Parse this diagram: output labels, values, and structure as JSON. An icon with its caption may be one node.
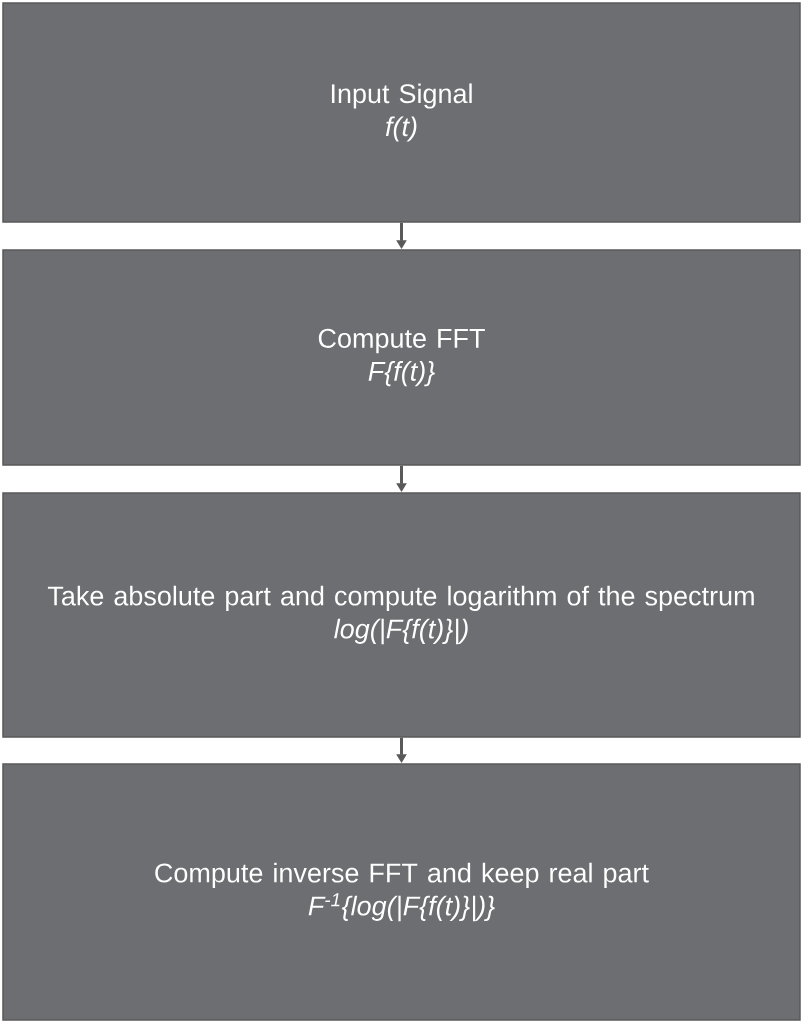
{
  "diagram": {
    "nodes": [
      {
        "text": [
          "Input Signal",
          "f(t)"
        ]
      },
      {
        "text": [
          "Compute FFT",
          "F{f(t)}"
        ]
      },
      {
        "text": [
          "Take absolute part and compute logarithm of the spectrum",
          "log(|F{f(t)}|)"
        ]
      },
      {
        "text": [
          "Compute inverse FFT and keep real part",
          "F$^{-1}${log(|F{f(t)}|)}"
        ]
      }
    ],
    "edges": [
      {
        "from": 0,
        "to": 1,
        "arrow": "to"
      },
      {
        "from": 1,
        "to": 2,
        "arrow": "to"
      },
      {
        "from": 2,
        "to": 3,
        "arrow": "to"
      }
    ]
  }
}
